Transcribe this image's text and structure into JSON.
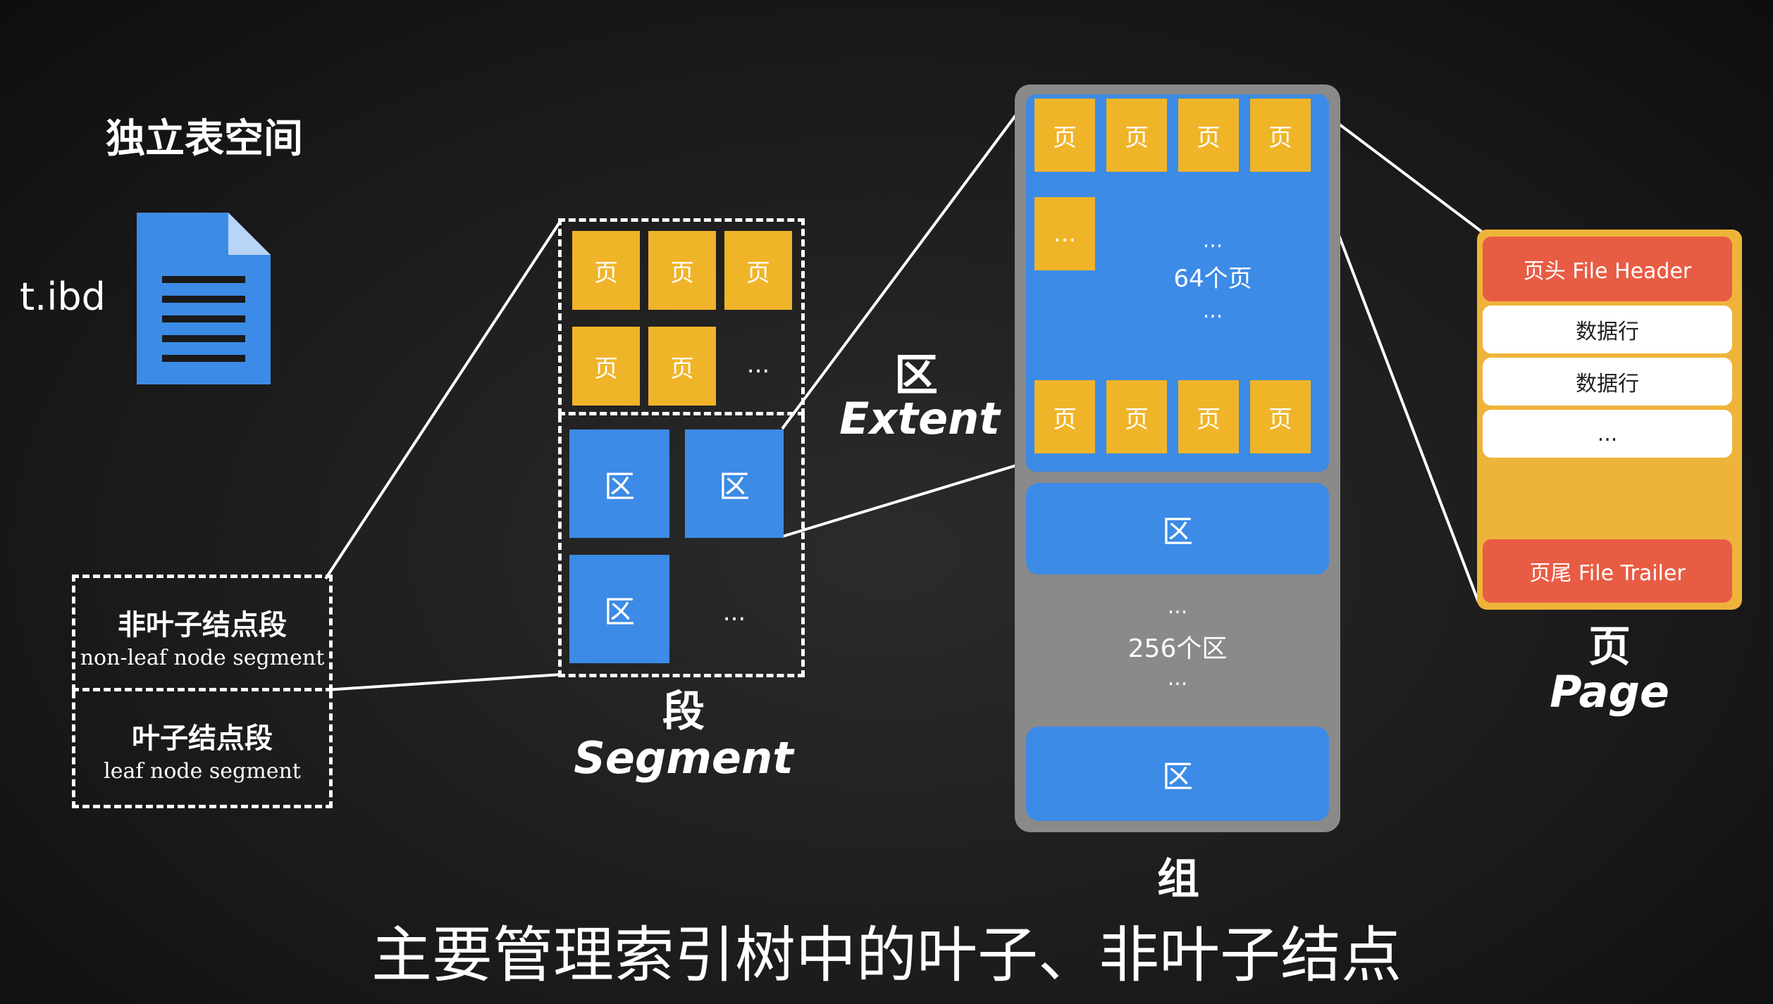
{
  "tablespace": {
    "title": "独立表空间",
    "file_name": "t.ibd",
    "file_icon": "document-icon",
    "file_color": "#3c8be6"
  },
  "segment_types": {
    "non_leaf": {
      "zh": "非叶子结点段",
      "en": "non-leaf node segment"
    },
    "leaf": {
      "zh": "叶子结点段",
      "en": "leaf node segment"
    }
  },
  "segment": {
    "page_label": "页",
    "extent_label": "区",
    "ellipsis": "...",
    "title_zh": "段",
    "title_en": "Segment"
  },
  "extent": {
    "title_zh": "区",
    "title_en": "Extent",
    "page_label": "页",
    "ellipsis": "...",
    "count_label": "64个页"
  },
  "group": {
    "title_zh": "组",
    "extent_label": "区",
    "ellipsis": "...",
    "count_label": "256个区"
  },
  "page": {
    "header": "页头 File Header",
    "rows": [
      "数据行",
      "数据行",
      "..."
    ],
    "trailer": "页尾 File Trailer",
    "title_zh": "页",
    "title_en": "Page"
  },
  "subtitle": "主要管理索引树中的叶子、非叶子结点",
  "colors": {
    "page": "#f0b429",
    "extent": "#3c8be6",
    "group_bg": "#8a8a8a",
    "header": "#e85c44",
    "page_bg": "#eeb43a",
    "background": "#1c1c1c"
  }
}
